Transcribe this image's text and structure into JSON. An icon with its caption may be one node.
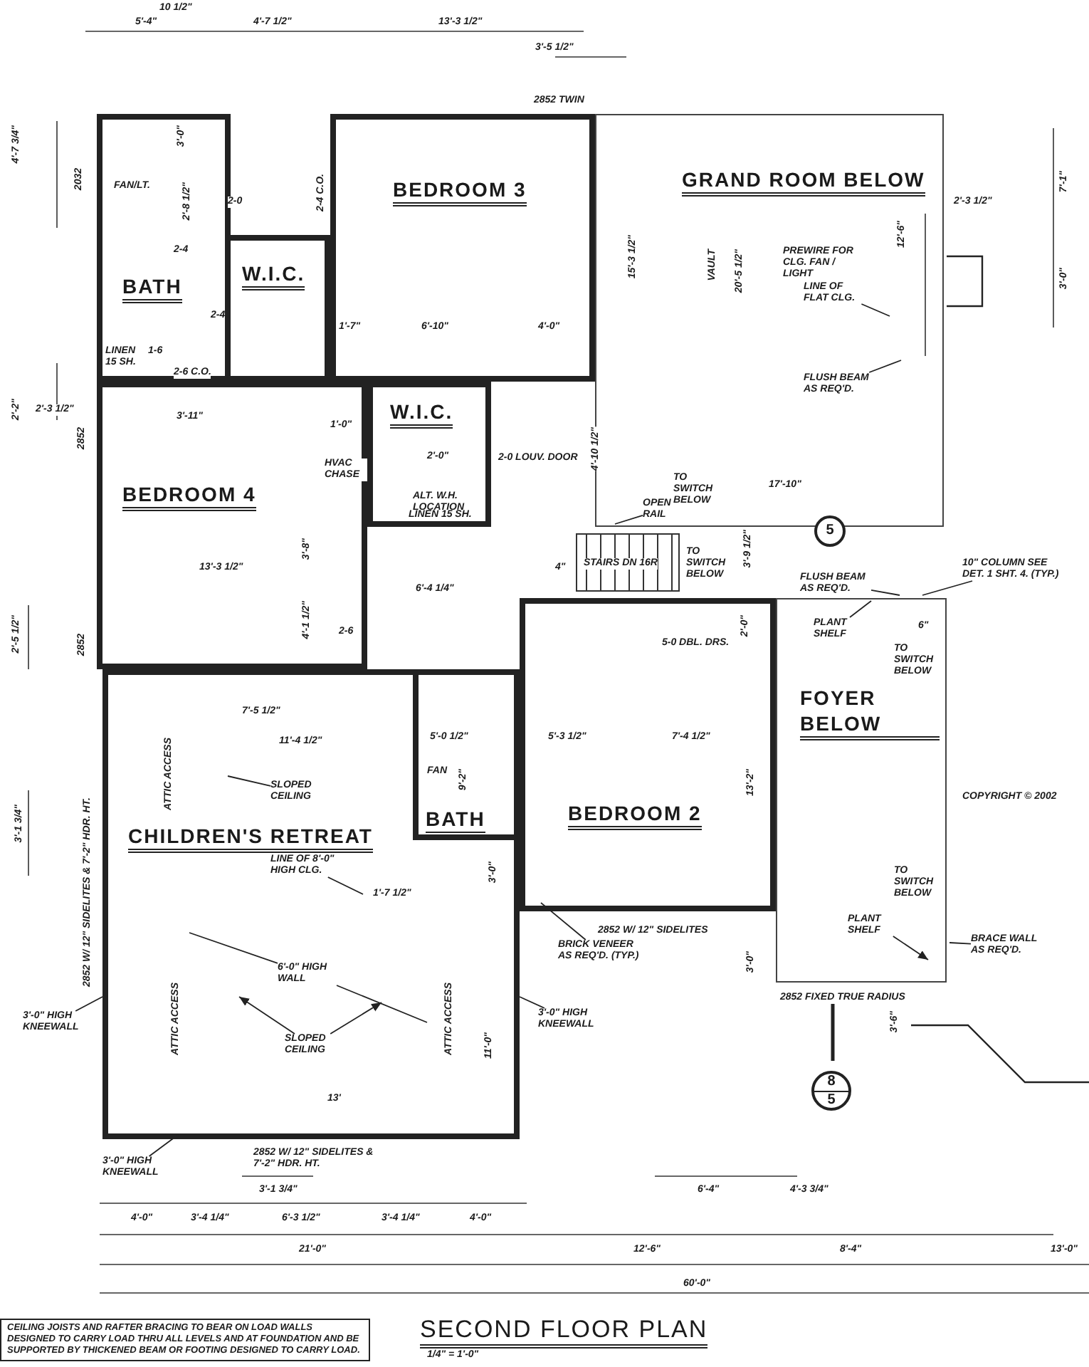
{
  "diagram": {
    "title": "SECOND FLOOR PLAN",
    "nodes": [
      {
        "text": [
          "BEDROOM 3"
        ]
      },
      {
        "text": [
          "BATH"
        ]
      },
      {
        "text": [
          "W.I.C."
        ]
      },
      {
        "text": [
          "GRAND ROOM BELOW"
        ]
      },
      {
        "text": [
          "W.I.C."
        ]
      },
      {
        "text": [
          "BEDROOM 4"
        ]
      },
      {
        "text": [
          "CHILDREN'S RETREAT"
        ]
      },
      {
        "text": [
          "BATH"
        ],
        "in": 6
      },
      {
        "text": [
          "BEDROOM 2"
        ]
      },
      {
        "text": [
          "FOYER BELOW"
        ]
      },
      {
        "text": [
          "LINE OF FLAT CLG."
        ],
        "in": 3
      },
      {
        "text": [
          "FLUSH BEAM AS REQ'D."
        ],
        "in": 3
      },
      {
        "text": [
          "OPEN RAIL"
        ],
        "in": 3
      },
      {
        "text": [
          "FLUSH BEAM AS REQ'D."
        ]
      },
      {
        "text": [
          "10\" COLUMN SEE DET. 1 SHT. 4. (TYP.)"
        ]
      },
      {
        "text": [
          "PLANT SHELF"
        ],
        "in": 9
      },
      {
        "text": [
          "SLOPED CEILING"
        ],
        "in": 6
      },
      {
        "text": [
          "LINE OF 8'-0\" HIGH CLG."
        ],
        "in": 6
      },
      {
        "text": [
          "6'-0\" HIGH WALL"
        ],
        "in": 6
      },
      {
        "text": [
          "SLOPED CEILING"
        ],
        "in": 6
      },
      {
        "text": [
          "3'-0\" HIGH KNEEWALL"
        ]
      },
      {
        "text": [
          "3'-0\" HIGH KNEEWALL"
        ]
      },
      {
        "text": [
          "3'-0\" HIGH KNEEWALL"
        ]
      },
      {
        "text": [
          "BRICK VENEER AS REQ'D. (TYP.)"
        ]
      },
      {
        "text": [
          "PLANT SHELF"
        ],
        "in": 9
      },
      {
        "text": [
          "BRACE WALL AS REQ'D."
        ]
      },
      {
        "text": [
          "5"
        ]
      },
      {
        "text": [
          "8",
          "5"
        ]
      },
      {
        "text": [
          "CEILING JOISTS AND RAFTER BRACING TO BEAR ON LOAD WALLS DESIGNED TO CARRY LOAD THRU ALL LEVELS AND AT FOUNDATION AND BE SUPPORTED BY THICKENED BEAM OR FOOTING DESIGNED TO CARRY LOAD."
        ]
      }
    ],
    "edges": [
      {
        "from": 10,
        "to": 3,
        "arrow": "none"
      },
      {
        "from": 11,
        "to": 3,
        "arrow": "none"
      },
      {
        "from": 12,
        "to": 3,
        "arrow": "none"
      },
      {
        "from": 13,
        "to": 9,
        "arrow": "none"
      },
      {
        "from": 14,
        "to": 9,
        "arrow": "none"
      },
      {
        "from": 15,
        "to": 9,
        "arrow": "none"
      },
      {
        "from": 16,
        "to": 6,
        "arrow": "none"
      },
      {
        "from": 17,
        "to": 6,
        "arrow": "none"
      },
      {
        "from": 18,
        "to": 6,
        "arrow": "none"
      },
      {
        "from": 18,
        "to": 6,
        "arrow": "none"
      },
      {
        "from": 19,
        "to": 6,
        "arrow": "to"
      },
      {
        "from": 19,
        "to": 6,
        "arrow": "to"
      },
      {
        "from": 20,
        "to": 6,
        "arrow": "none"
      },
      {
        "from": 21,
        "to": 6,
        "arrow": "none"
      },
      {
        "from": 22,
        "to": 6,
        "arrow": "none"
      },
      {
        "from": 23,
        "to": 8,
        "arrow": "none"
      },
      {
        "from": 24,
        "to": 9,
        "arrow": "to"
      },
      {
        "from": 25,
        "to": 9,
        "arrow": "none"
      }
    ],
    "labels": [
      "10 1/2\"",
      "5'-4\"",
      "4'-7 1/2\"",
      "13'-3 1/2\"",
      "3'-5 1/2\"",
      "2852 TWIN",
      "4'-7 3/4\"",
      "3'-0\"",
      "2032",
      "FAN/LT.",
      "2'-8 1/2\"",
      "2-0",
      "2-4 C.O.",
      "2-4",
      "2-4",
      "LINEN 15 SH.",
      "1-6",
      "2-6 C.O.",
      "1'-7\"",
      "6'-10\"",
      "4'-0\"",
      "15'-3 1/2\"",
      "VAULT",
      "20'-5 1/2\"",
      "PREWIRE FOR CLG. FAN / LIGHT",
      "12'-6\"",
      "2'-3 1/2\"",
      "7'-1\"",
      "3'-0\"",
      "2'-2\"",
      "2'-3 1/2\"",
      "3'-11\"",
      "2852",
      "1'-0\"",
      "2'-0\"",
      "HVAC CHASE",
      "ALT. W.H. LOCATION",
      "LINEN 15 SH.",
      "2-0 LOUV. DOOR",
      "4'-10 1/2\"",
      "TO SWITCH BELOW",
      "17'-10\"",
      "13'-3 1/2\"",
      "3'-8\"",
      "STAIRS DN 16R",
      "TO SWITCH BELOW",
      "3'-9 1/2\"",
      "4\"",
      "4'-1 1/2\"",
      "6'-4 1/4\"",
      "2'-5 1/2\"",
      "2852",
      "2-6",
      "5-0 DBL. DRS.",
      "2'-0\"",
      "6\"",
      "TO SWITCH BELOW",
      "7'-5 1/2\"",
      "11'-4 1/2\"",
      "5'-0 1/2\"",
      "5'-3 1/2\"",
      "7'-4 1/2\"",
      "ATTIC ACCESS",
      "FAN",
      "9'-2\"",
      "13'-2\"",
      "COPYRIGHT © 2002",
      "3'-1 3/4\"",
      "2852 W/ 12\" SIDELITES & 7'-2\" HDR. HT.",
      "1'-7 1/2\"",
      "3'-0\"",
      "TO SWITCH BELOW",
      "2852 W/ 12\" SIDELITES",
      "3'-0\"",
      "2852 FIXED TRUE RADIUS",
      "ATTIC ACCESS",
      "ATTIC ACCESS",
      "11'-0\"",
      "3'-6\"",
      "13'",
      "2852 W/ 12\" SIDELITES & 7'-2\" HDR. HT.",
      "3'-1 3/4\"",
      "6'-4\"",
      "4'-3 3/4\"",
      "4'-0\"",
      "3'-4 1/4\"",
      "6'-3 1/2\"",
      "3'-4 1/4\"",
      "4'-0\"",
      "21'-0\"",
      "12'-6\"",
      "8'-4\"",
      "13'-0\"",
      "60'-0\"",
      "1/4\" = 1'-0\""
    ]
  }
}
